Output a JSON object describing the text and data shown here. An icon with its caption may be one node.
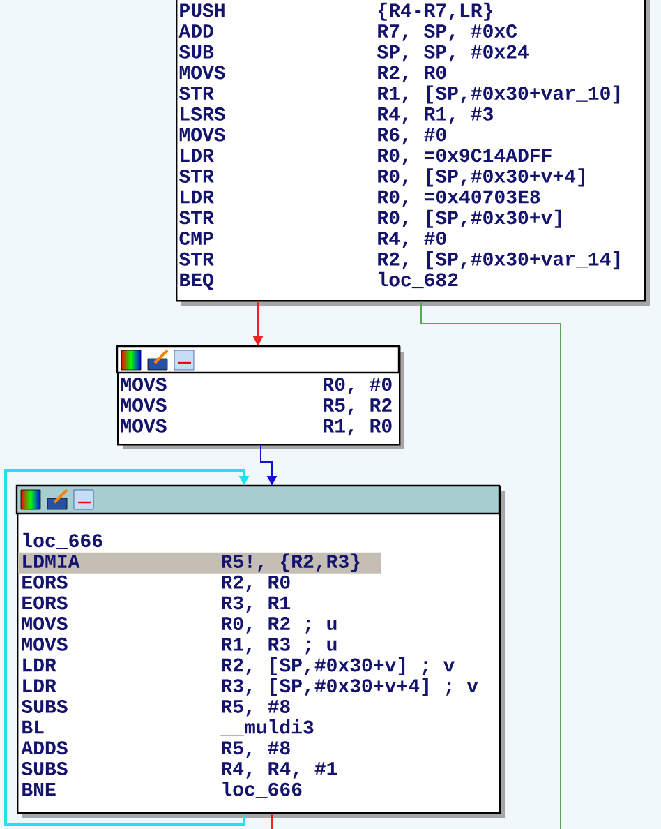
{
  "diagram": {
    "nodes": [
      {
        "text": [
          "PUSH",
          "{R4-R7,LR}",
          "ADD",
          "R7, SP, #0xC",
          "SUB",
          "SP, SP, #0x24",
          "MOVS",
          "R2, R0",
          "STR",
          "R1, [SP,#0x30+var_10]",
          "LSRS",
          "R4, R1, #3",
          "MOVS",
          "R6, #0",
          "LDR",
          "R0, =0x9C14ADFF",
          "STR",
          "R0, [SP,#0x30+v+4]",
          "LDR",
          "R0, =0x40703E8",
          "STR",
          "R0, [SP,#0x30+v]",
          "CMP",
          "R4, #0",
          "STR",
          "R2, [SP,#0x30+var_14]",
          "BEQ",
          "loc_682"
        ]
      },
      {
        "text": [
          "MOVS",
          "R0, #0",
          "MOVS",
          "R5, R2",
          "MOVS",
          "R1, R0"
        ]
      },
      {
        "text": [
          "loc_666",
          "LDMIA",
          "R5!, {R2,R3}",
          "EORS",
          "R2, R0",
          "EORS",
          "R3, R1",
          "MOVS",
          "R0, R2  ; u",
          "MOVS",
          "R1, R3  ; u",
          "LDR",
          "R2, [SP,#0x30+v] ; v",
          "LDR",
          "R3, [SP,#0x30+v+4] ; v",
          "SUBS",
          "R5, #8",
          "BL",
          "__muldi3",
          "ADDS",
          "R5, #8",
          "SUBS",
          "R4, R4, #1",
          "BNE",
          "loc_666"
        ]
      }
    ],
    "edges": [
      {
        "from": 0,
        "to": 1,
        "arrow": "to",
        "color": "#ee2222"
      },
      {
        "from": 0,
        "to": null,
        "arrow": "none",
        "color": "#55aa55"
      },
      {
        "from": 1,
        "to": 2,
        "arrow": "to",
        "color": "#1010dd"
      },
      {
        "from": 2,
        "to": 2,
        "arrow": "to",
        "color": "#22e0ee"
      },
      {
        "from": 2,
        "to": null,
        "arrow": "none",
        "color": "#ee2222"
      }
    ]
  }
}
